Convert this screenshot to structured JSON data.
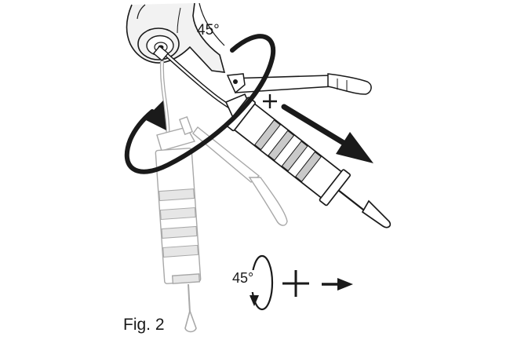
{
  "labels": {
    "angle_top": "45°",
    "plus_top": "+",
    "angle_legend": "45°",
    "plus_legend": "+",
    "caption": "Fig. 2"
  },
  "colors": {
    "ink": "#1a1a1a",
    "ghost_ink": "#a8a8a8",
    "body_fill": "#ffffff",
    "stripe_fill": "#c9c9c9",
    "ghost_stripe": "#e6e6e6",
    "gear_fill": "#f2f2f2"
  },
  "icons": [
    "rotation-arrow-icon",
    "push-arrow-icon",
    "legend-rotation-icon",
    "legend-arrow-icon"
  ]
}
